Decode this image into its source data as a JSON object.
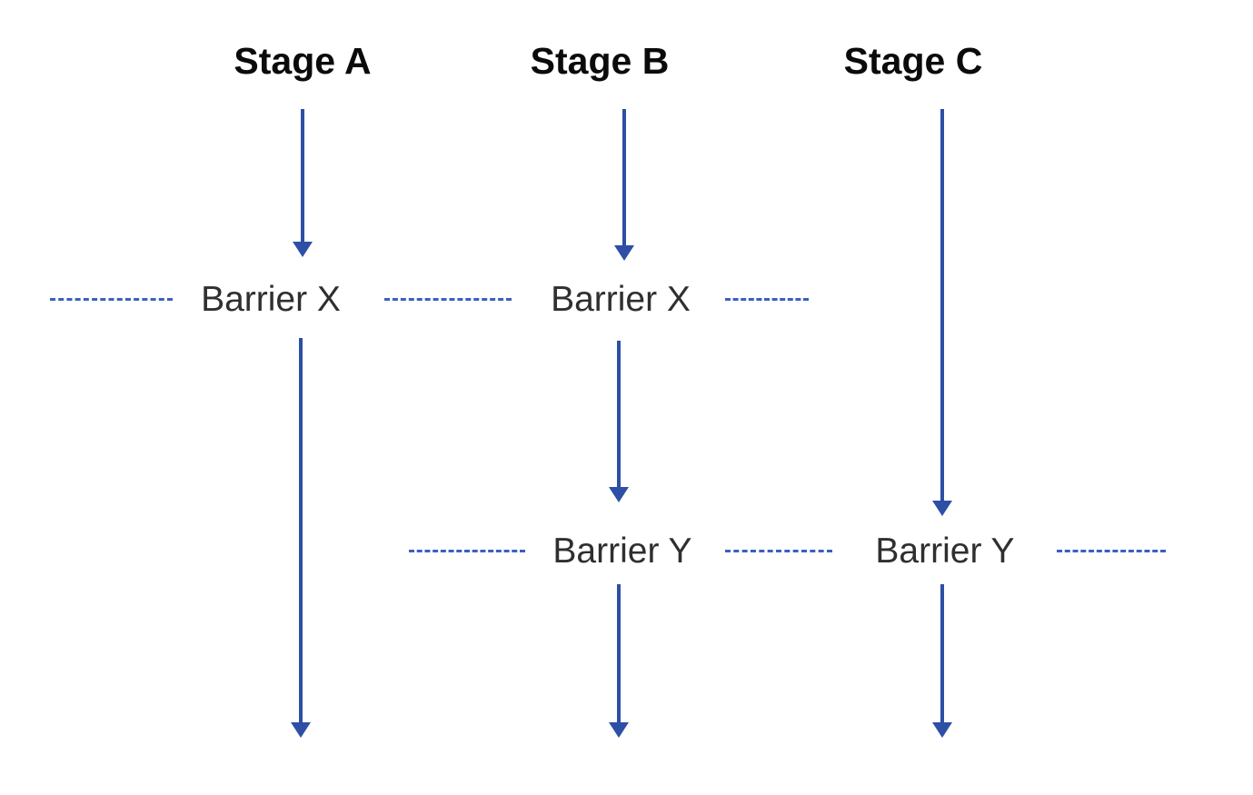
{
  "stages": [
    {
      "label": "Stage A"
    },
    {
      "label": "Stage B"
    },
    {
      "label": "Stage C"
    }
  ],
  "barrier_rows": [
    {
      "labels": [
        "Barrier X",
        "Barrier X"
      ]
    },
    {
      "labels": [
        "Barrier Y",
        "Barrier Y"
      ]
    }
  ],
  "colors": {
    "arrow": "#2d4fa5",
    "dash": "#3c5fc0",
    "stage_text": "#0b0b0b",
    "barrier_text": "#2f2f2f",
    "background": "#ffffff"
  }
}
